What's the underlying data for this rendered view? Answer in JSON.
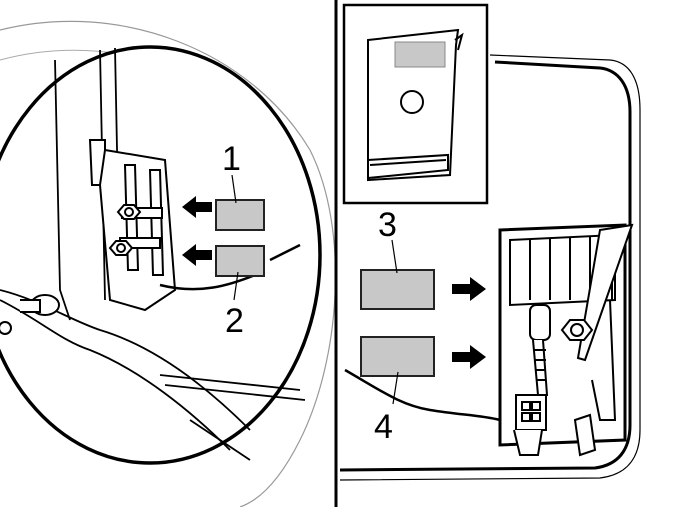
{
  "callouts": {
    "c1": "1",
    "c2": "2",
    "c3": "3",
    "c4": "4"
  },
  "colors": {
    "line": "#000000",
    "pad_fill": "#c8c8c8",
    "pad_stroke": "#222222",
    "background": "#ffffff"
  },
  "icons": {
    "arrow": "arrow-icon"
  }
}
